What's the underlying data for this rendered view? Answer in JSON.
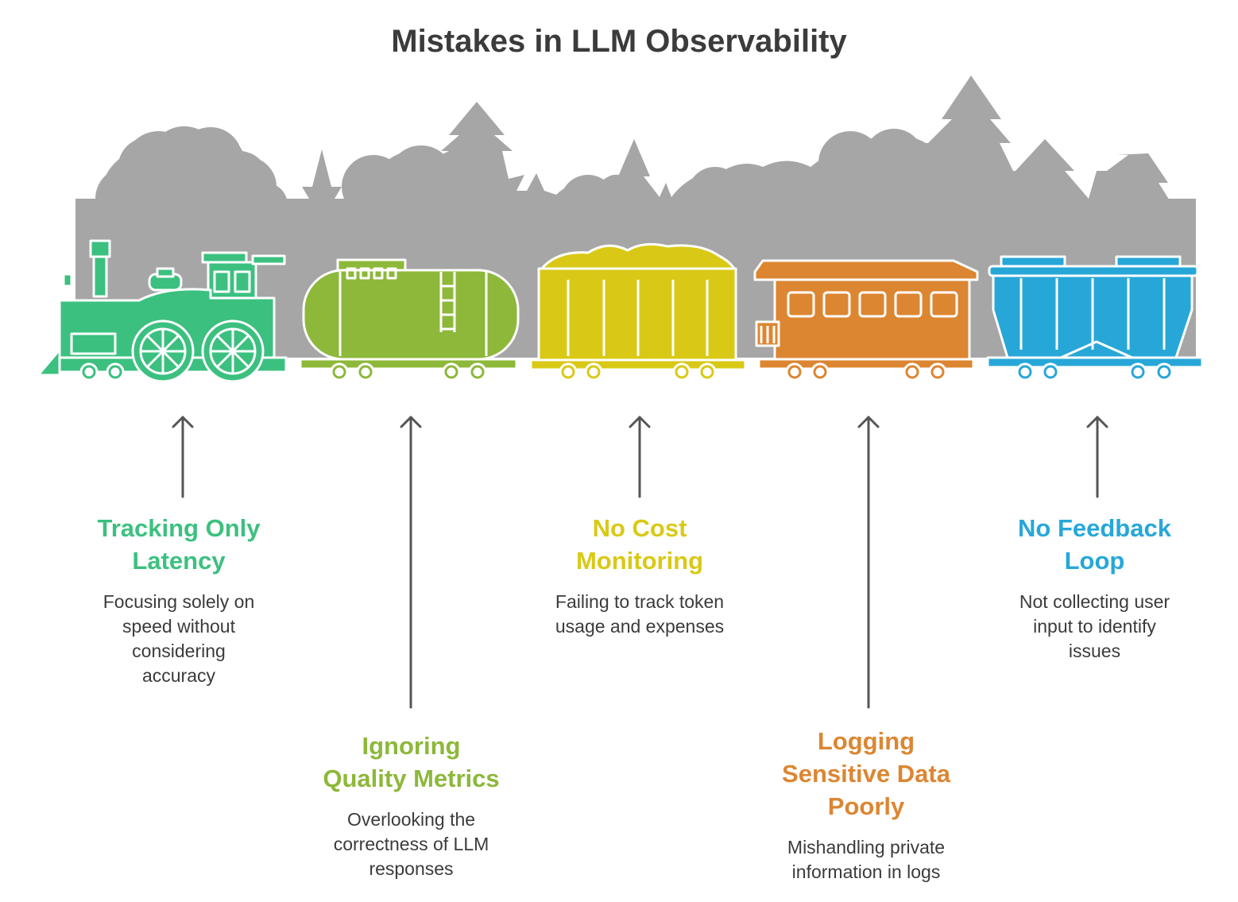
{
  "title": "Mistakes in LLM Observability",
  "colors": {
    "background_trees": "#a6a6a6",
    "locomotive": "#3cc080",
    "tank_car": "#8db83a",
    "hopper_car": "#d9c916",
    "passenger_car": "#dc8632",
    "covered_hopper": "#27a7d8",
    "arrow": "#555555",
    "text": "#3b3b3b"
  },
  "items": [
    {
      "heading": "Tracking Only Latency",
      "heading_lines": [
        "Tracking Only",
        "Latency"
      ],
      "description": "Focusing solely on speed without considering accuracy",
      "description_lines": [
        "Focusing solely on",
        "speed without",
        "considering",
        "accuracy"
      ],
      "icon": "locomotive-icon"
    },
    {
      "heading": "Ignoring Quality Metrics",
      "heading_lines": [
        "Ignoring",
        "Quality Metrics"
      ],
      "description": "Overlooking the correctness of LLM responses",
      "description_lines": [
        "Overlooking the",
        "correctness of LLM",
        "responses"
      ],
      "icon": "tank-car-icon"
    },
    {
      "heading": "No Cost Monitoring",
      "heading_lines": [
        "No Cost",
        "Monitoring"
      ],
      "description": "Failing to track token usage and expenses",
      "description_lines": [
        "Failing to track token",
        "usage and expenses"
      ],
      "icon": "hopper-car-icon"
    },
    {
      "heading": "Logging Sensitive Data Poorly",
      "heading_lines": [
        "Logging",
        "Sensitive Data",
        "Poorly"
      ],
      "description": "Mishandling private information in logs",
      "description_lines": [
        "Mishandling private",
        "information in logs"
      ],
      "icon": "passenger-car-icon"
    },
    {
      "heading": "No Feedback Loop",
      "heading_lines": [
        "No Feedback",
        "Loop"
      ],
      "description": "Not collecting user input to identify issues",
      "description_lines": [
        "Not collecting user",
        "input to identify",
        "issues"
      ],
      "icon": "covered-hopper-icon"
    }
  ]
}
